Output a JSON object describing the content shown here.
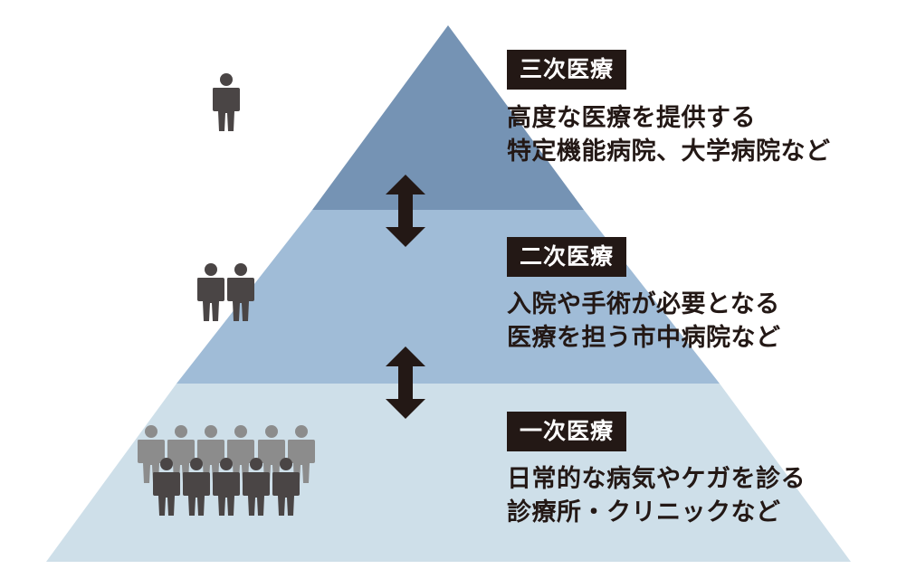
{
  "title": "医療の階層構造",
  "colors": {
    "tier_top": "#7593b4",
    "tier_middle": "#a0bcd7",
    "tier_bottom": "#cedfe9",
    "label_bg": "#231815",
    "label_text": "#ffffff",
    "text": "#231815",
    "person_dark": "#4a4545",
    "person_light": "#8c8c8c",
    "arrow": "#231815"
  },
  "tiers": [
    {
      "level": "tertiary",
      "label": "三次医療",
      "description_line1": "高度な医療を提供する",
      "description_line2": "特定機能病院、大学病院など",
      "people_icon": "single-person-icon",
      "people_count": 1
    },
    {
      "level": "secondary",
      "label": "二次医療",
      "description_line1": "入院や手術が必要となる",
      "description_line2": "医療を担う市中病院など",
      "people_icon": "two-people-icon",
      "people_count": 2
    },
    {
      "level": "primary",
      "label": "一次医療",
      "description_line1": "日常的な病気やケガを診る",
      "description_line2": "診療所・クリニックなど",
      "people_icon": "crowd-icon",
      "people_count": 11
    }
  ],
  "arrows": [
    {
      "name": "tertiary-secondary",
      "type": "bidirectional"
    },
    {
      "name": "secondary-primary",
      "type": "bidirectional"
    }
  ]
}
